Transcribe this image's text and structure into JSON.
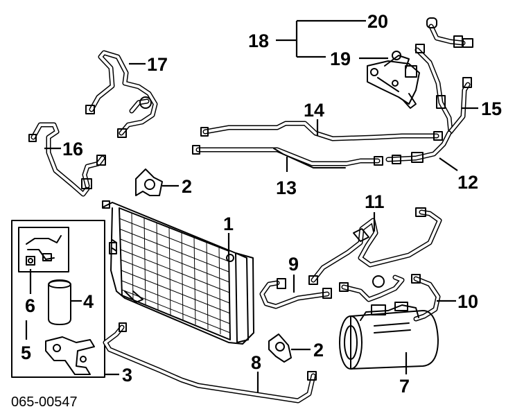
{
  "figure": {
    "reference_code": "065-00547"
  },
  "callouts": {
    "c1": "1",
    "c2a": "2",
    "c2b": "2",
    "c3": "3",
    "c4": "4",
    "c5": "5",
    "c6": "6",
    "c7": "7",
    "c8": "8",
    "c9": "9",
    "c10": "10",
    "c11": "11",
    "c12": "12",
    "c13": "13",
    "c14": "14",
    "c15": "15",
    "c16": "16",
    "c17": "17",
    "c18": "18",
    "c19": "19",
    "c20": "20"
  }
}
